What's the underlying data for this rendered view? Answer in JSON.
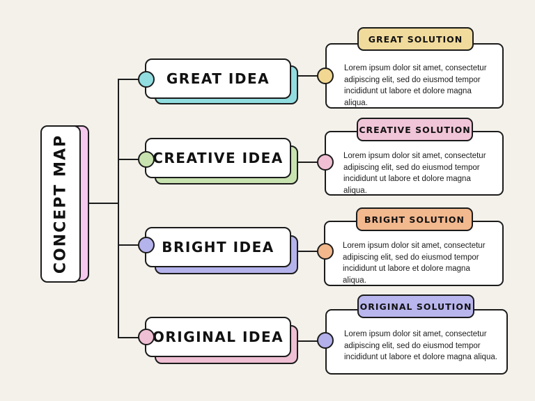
{
  "title": "CONCEPT MAP",
  "colors": {
    "background": "#f3f1ea",
    "root_shadow": "#f5c9ee",
    "great": "#91dde0",
    "creative": "#c9e3b0",
    "bright": "#b5b3ec",
    "original": "#efbfd3",
    "great_solution_tab": "#f1db9c",
    "creative_solution_tab": "#f1c5d8",
    "bright_solution_tab": "#f2b88e",
    "original_solution_tab": "#b9b6ee",
    "great_connector_dot": "#f1d791",
    "creative_connector_dot": "#f0bfd3",
    "bright_connector_dot": "#f2b88b",
    "original_connector_dot": "#b3b0ec"
  },
  "ideas": [
    {
      "label": "GREAT IDEA",
      "solution_title": "GREAT SOLUTION",
      "solution_text": "Lorem ipsum dolor sit amet, consectetur adipiscing elit, sed do eiusmod tempor incididunt ut labore et dolore magna aliqua."
    },
    {
      "label": "CREATIVE IDEA",
      "solution_title": "CREATIVE SOLUTION",
      "solution_text": "Lorem ipsum dolor sit amet, consectetur adipiscing elit, sed do eiusmod tempor incididunt ut labore et dolore magna aliqua."
    },
    {
      "label": "BRIGHT IDEA",
      "solution_title": "BRIGHT SOLUTION",
      "solution_text": "Lorem ipsum dolor sit amet, consectetur adipiscing elit, sed do eiusmod tempor incididunt ut labore et dolore magna aliqua."
    },
    {
      "label": "ORIGINAL IDEA",
      "solution_title": "ORIGINAL SOLUTION",
      "solution_text": "Lorem ipsum dolor sit amet, consectetur adipiscing elit, sed do eiusmod tempor incididunt ut labore et dolore magna aliqua."
    }
  ]
}
